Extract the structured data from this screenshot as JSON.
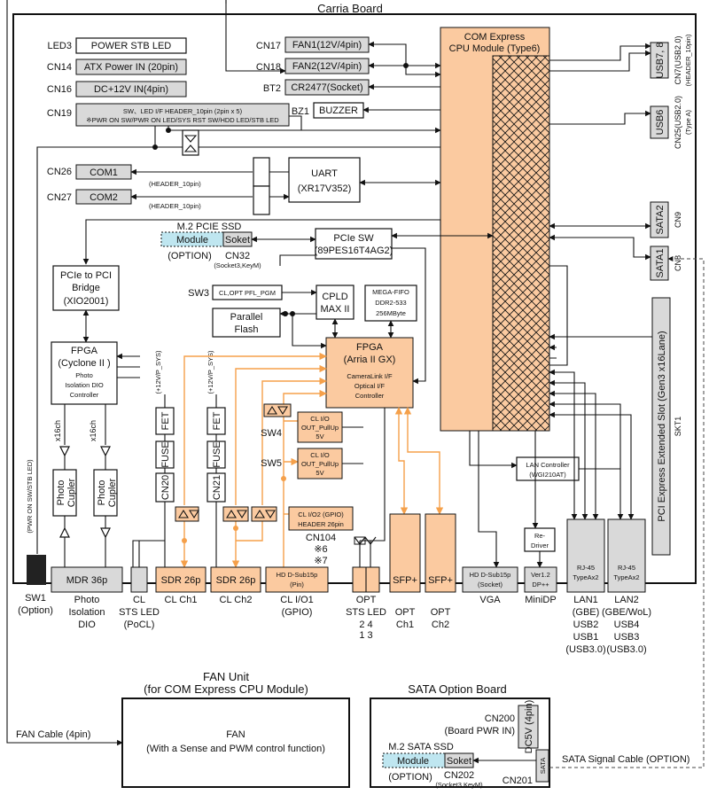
{
  "board": {
    "title": "Carria Board"
  },
  "connectors": {
    "led3": {
      "id": "LED3",
      "label": "POWER STB LED"
    },
    "cn14": {
      "id": "CN14",
      "label": "ATX Power IN (20pin)"
    },
    "cn16": {
      "id": "CN16",
      "label": "DC+12V IN(4pin)"
    },
    "cn19": {
      "id": "CN19",
      "line1": "SW、LED I/F HEADER_10pin (2pin x 5)",
      "line2": "※PWR ON SW/PWR ON LED/SYS RST SW/HDD LED/STB LED"
    },
    "cn17": {
      "id": "CN17",
      "label": "FAN1(12V/4pin)"
    },
    "cn18": {
      "id": "CN18",
      "label": "FAN2(12V/4pin)"
    },
    "bt2": {
      "id": "BT2",
      "label": "CR2477(Socket)"
    },
    "bz1": {
      "id": "BZ1",
      "label": "BUZZER"
    },
    "cn26": {
      "id": "CN26",
      "label": "COM1",
      "note": "(HEADER_10pin)"
    },
    "cn27": {
      "id": "CN27",
      "label": "COM2",
      "note": "(HEADER_10pin)"
    }
  },
  "blocks": {
    "com_express": {
      "line1": "COM Express",
      "line2": "CPU Module (Type6)"
    },
    "uart": {
      "line1": "UART",
      "line2": "(XR17V352)"
    },
    "m2pcie": {
      "title": "M.2 PCIE SSD",
      "module": "Module",
      "socket": "Soket",
      "option": "(OPTION)",
      "cn": "CN32",
      "note": "(Socket3,KeyM)"
    },
    "pcie_sw": {
      "line1": "PCIe SW",
      "line2": "(89PES16T4AG2)"
    },
    "pcie_pci": {
      "line1": "PCIe to PCI",
      "line2": "Bridge",
      "line3": "(XIO2001)"
    },
    "sw3": {
      "id": "SW3",
      "label": "CL,OPT PFL_PGM"
    },
    "cpld": {
      "line1": "CPLD",
      "line2": "MAX II"
    },
    "megafifo": {
      "line1": "MEGA-FIFO",
      "line2": "DDR2-533",
      "line3": "256MByte"
    },
    "flash": {
      "line1": "Parallel",
      "line2": "Flash"
    },
    "fpga_cyc": {
      "line1": "FPGA",
      "line2": "(Cyclone II )",
      "line3": "Photo",
      "line4": "Isolation DIO",
      "line5": "Controller"
    },
    "fpga_arria": {
      "line1": "FPGA",
      "line2": "(Arria II GX)",
      "line3": "CameraLink I/F",
      "line4": "Optical I/F",
      "line5": "Controller"
    },
    "lan_ctrl": {
      "line1": "LAN Controller",
      "line2": "(WGI210AT)"
    },
    "redriver": {
      "line1": "Re-",
      "line2": "Driver"
    },
    "fet1": {
      "label": "FET",
      "vsys": "(+12V/P_SYS)"
    },
    "fet2": {
      "label": "FET",
      "vsys": "(+12V/P_SYS)"
    },
    "fuse1": {
      "label": "FUSE"
    },
    "fuse2": {
      "label": "FUSE"
    },
    "cn20": {
      "label": "CN20"
    },
    "cn21": {
      "label": "CN21"
    },
    "clio1": {
      "line1": "CL I/O",
      "line2": "OUT_PullUp",
      "line3": "5V",
      "sw": "SW4"
    },
    "clio2": {
      "line1": "CL I/O",
      "line2": "OUT_PullUp",
      "line3": "5V",
      "sw": "SW5"
    },
    "clio3": {
      "line1": "CL I/O2 (GPIO)",
      "line2": "HEADER  26pin",
      "cn": "CN104",
      "n6": "※6",
      "n7": "※7"
    },
    "pcie_slot": {
      "label": "PCI Express Extended Slot (Gen3 x16Lane)",
      "skt": "SKT1"
    },
    "photocoupler1": {
      "line1": "Photo",
      "line2": "Cupler",
      "ch": "x16ch"
    },
    "photocoupler2": {
      "line1": "Photo",
      "line2": "Cupler",
      "ch": "x16ch"
    },
    "pwr_on_sw_stb_led": {
      "label": "(PWR ON SW/STB LED)"
    }
  },
  "right_ports": {
    "usb78": {
      "label": "USB7, 8",
      "cn": "CN7(USB2.0)",
      "note": "(HEADER_10pin)"
    },
    "usb6": {
      "label": "USB6",
      "cn": "CN25(USB2.0)",
      "note": "(Type A)"
    },
    "sata2": {
      "label": "SATA2",
      "cn": "CN9"
    },
    "sata1": {
      "label": "SATA1",
      "cn": "CN8"
    }
  },
  "bottom_ports": {
    "mdr": {
      "label": "MDR 36p",
      "caption": [
        "Photo",
        "Isolation",
        "DIO"
      ]
    },
    "sw1": {
      "caption": [
        "SW1",
        "(Option)"
      ]
    },
    "cl_sts": {
      "caption": [
        "CL",
        "STS LED",
        "(PoCL)"
      ]
    },
    "sdr1": {
      "label": "SDR 26p",
      "caption": [
        "CL Ch1"
      ]
    },
    "sdr2": {
      "label": "SDR 26p",
      "caption": [
        "CL Ch2"
      ]
    },
    "hdsub": {
      "label": "HD D-Sub15p",
      "label2": "(Pin)",
      "caption": [
        "CL I/O1",
        "(GPIO)"
      ]
    },
    "opt_sts": {
      "caption": [
        "OPT",
        "STS LED",
        "2  4",
        "1  3"
      ]
    },
    "sfp1": {
      "label": "SFP+",
      "caption": [
        "OPT",
        "Ch1"
      ]
    },
    "sfp2": {
      "label": "SFP+",
      "caption": [
        "OPT",
        "Ch2"
      ]
    },
    "vga": {
      "label": "HD D-Sub15p",
      "label2": "(Socket)",
      "caption": [
        "VGA"
      ]
    },
    "minidp": {
      "label": "Ver1.2",
      "label2": "DP++",
      "caption": [
        "MiniDP"
      ]
    },
    "lan1": {
      "label": "RJ-45",
      "label2": "TypeAx2",
      "caption": [
        "LAN1",
        "(GBE)",
        "USB2",
        "USB1",
        "(USB3.0)"
      ]
    },
    "lan2": {
      "label": "RJ-45",
      "label2": "TypeAx2",
      "caption": [
        "LAN2",
        "(GBE/WoL)",
        "USB4",
        "USB3",
        "(USB3.0)"
      ]
    }
  },
  "fan_unit": {
    "title1": "FAN Unit",
    "title2": "(for COM Express CPU Module)",
    "line1": "FAN",
    "line2": "(With a Sense and PWM control function)",
    "cable": "FAN Cable (4pin)"
  },
  "sata_board": {
    "title": "SATA Option Board",
    "cn200": "CN200",
    "cn200b": "(Board PWR IN)",
    "dc5v": "DC5V (4pin)",
    "m2": "M.2 SATA SSD",
    "module": "Module",
    "socket": "Soket",
    "option": "(OPTION)",
    "cn202": "CN202",
    "cn202note": "(Socket3,KeyM)",
    "cn201": "CN201",
    "sata": "SATA",
    "cable": "SATA Signal Cable (OPTION)"
  }
}
